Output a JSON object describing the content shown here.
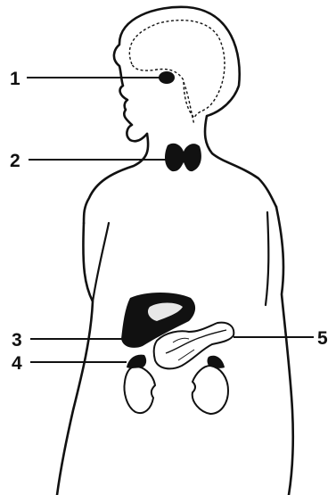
{
  "labels": [
    {
      "id": "1",
      "text": "1",
      "target": "pituitary-gland"
    },
    {
      "id": "2",
      "text": "2",
      "target": "thyroid-gland"
    },
    {
      "id": "3",
      "text": "3",
      "target": "liver"
    },
    {
      "id": "4",
      "text": "4",
      "target": "adrenal-gland"
    },
    {
      "id": "5",
      "text": "5",
      "target": "pancreas"
    }
  ],
  "colors": {
    "ink": "#111111",
    "paper": "#ffffff"
  }
}
